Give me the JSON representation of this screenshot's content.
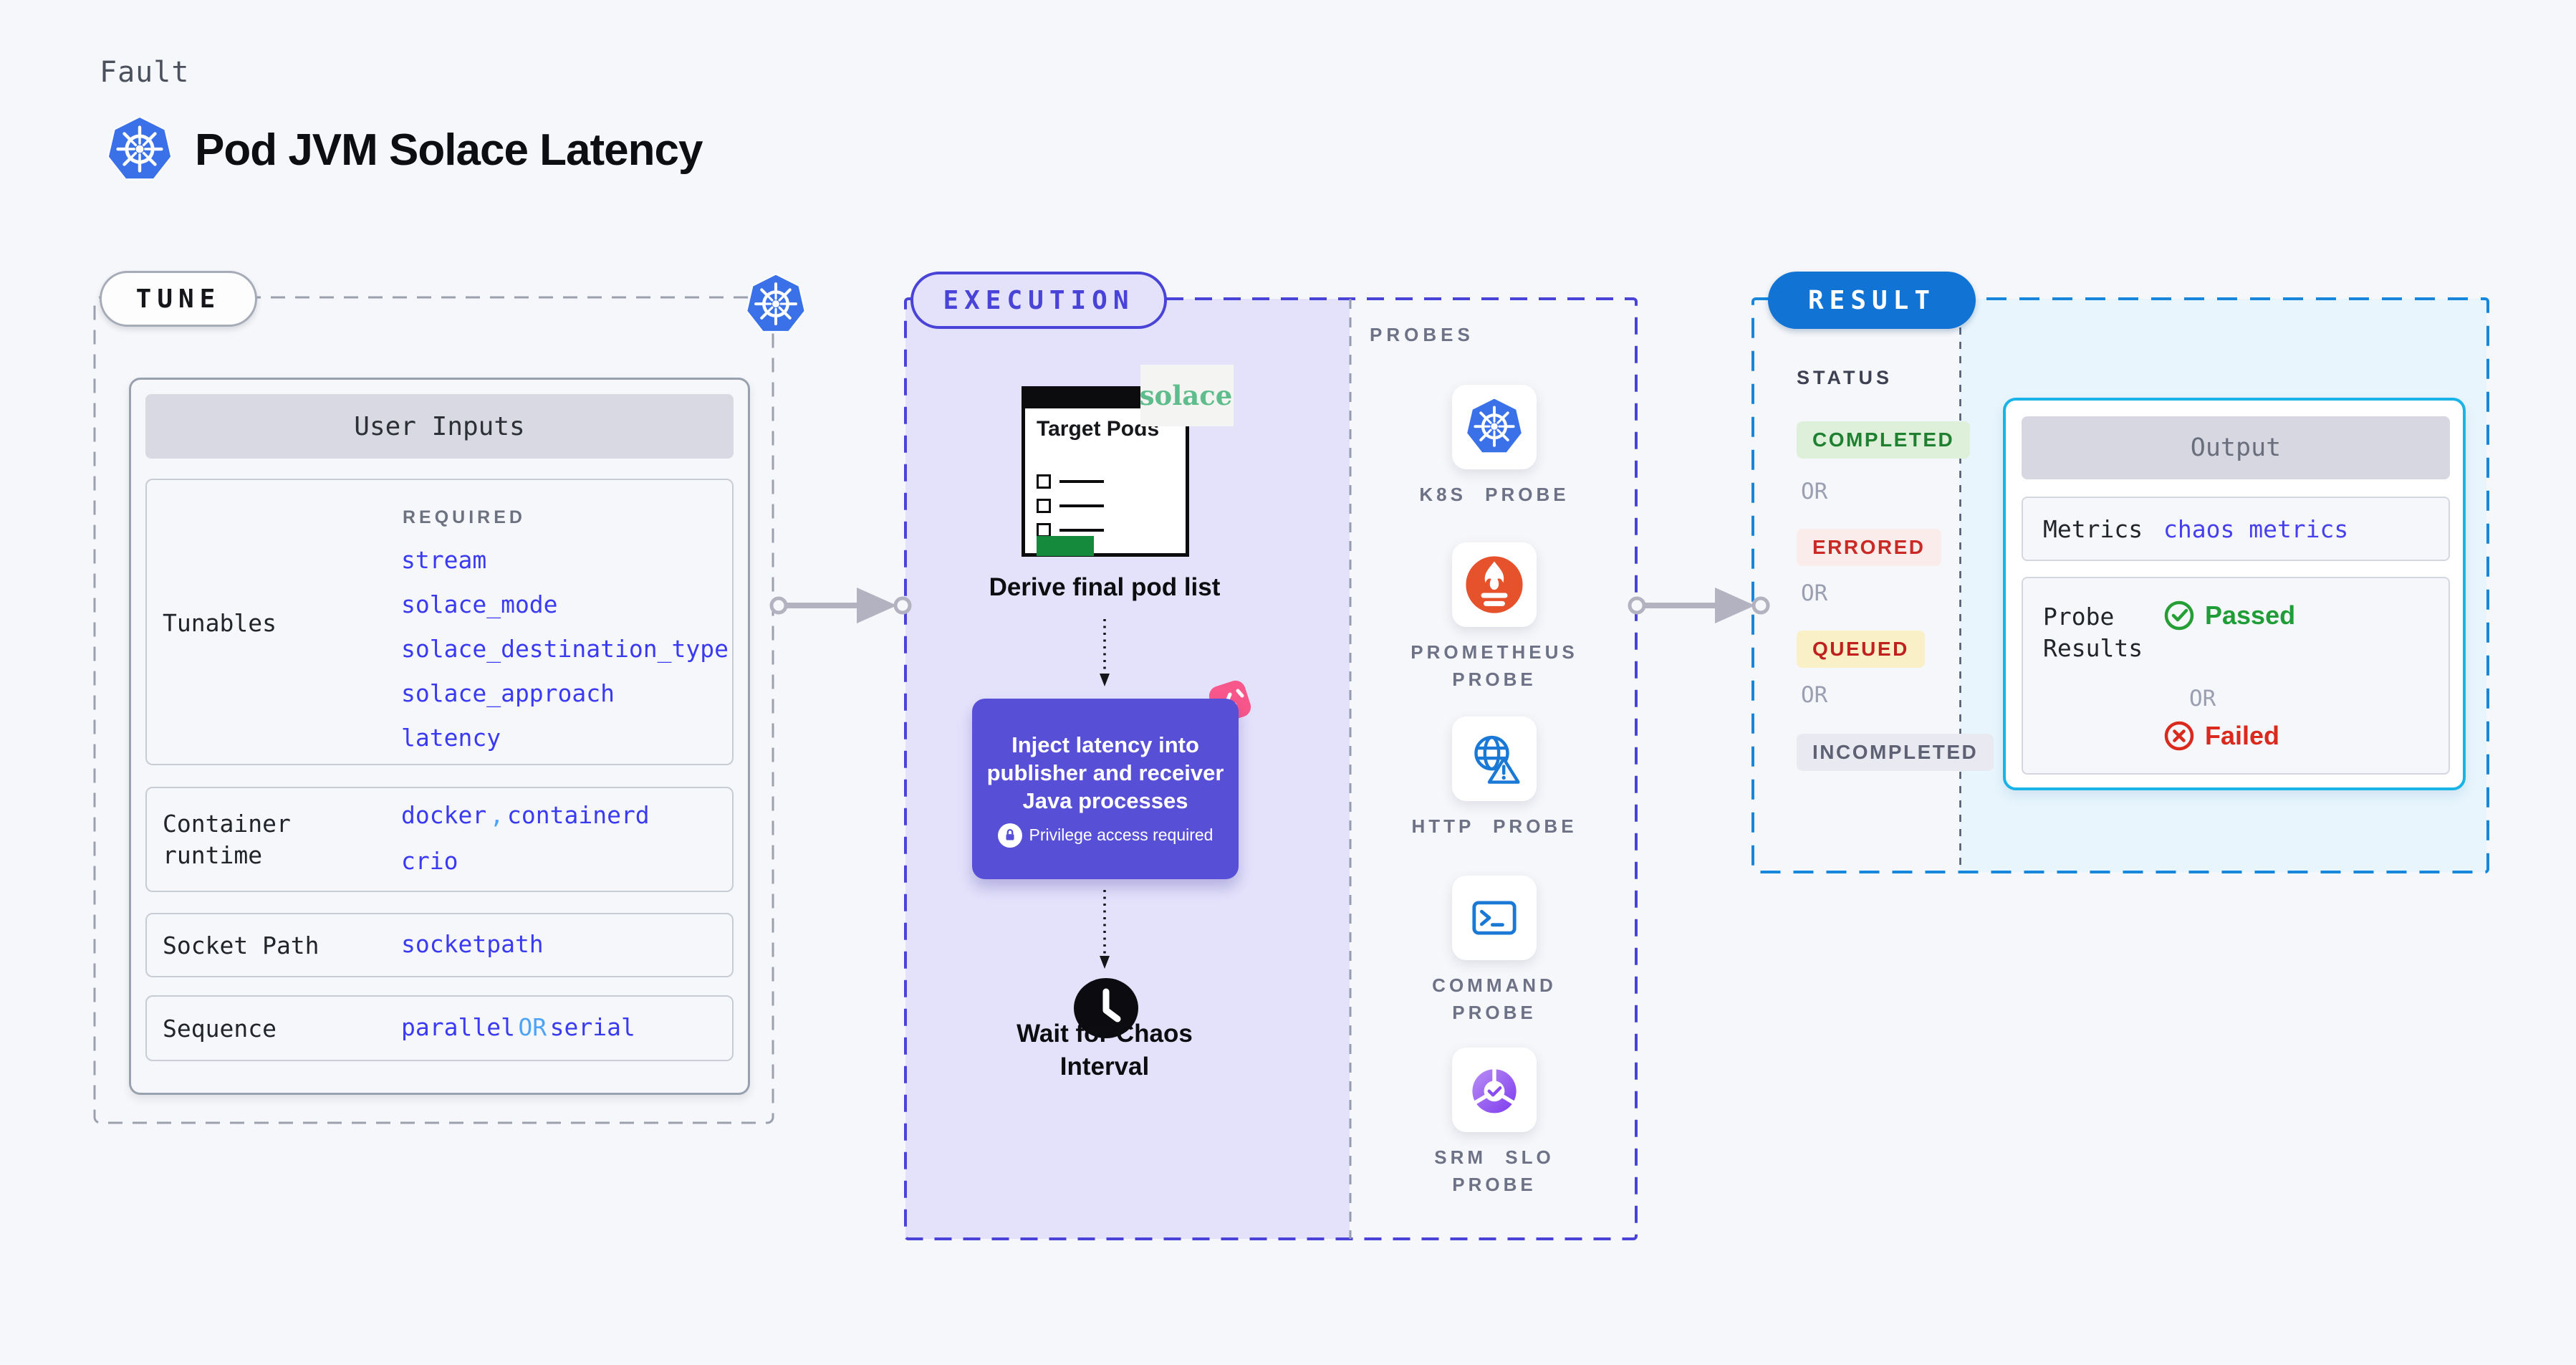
{
  "header": {
    "kicker": "Fault",
    "title": "Pod JVM Solace Latency"
  },
  "colors": {
    "accent_indigo": "#4a43d8",
    "accent_blue": "#1173d4",
    "link_blue": "#3a3af2",
    "inject_purple": "#584fd7",
    "chaos_pink": "#f8578b",
    "passed_green": "#1f9d37",
    "failed_red": "#da2a1e",
    "execution_fill": "#e4e2fb",
    "result_fill": "#e8f5fd",
    "solace_green": "#5fbc8c",
    "prometheus_orange": "#e6522c",
    "kubernetes_blue": "#3a71e8"
  },
  "tune": {
    "label": "TUNE",
    "user_inputs_title": "User Inputs",
    "rows": {
      "tunables": {
        "label": "Tunables",
        "required": "REQUIRED",
        "links": [
          "stream",
          "solace_mode",
          "solace_destination_type",
          "solace_approach",
          "latency"
        ]
      },
      "container_runtime": {
        "label": "Container runtime",
        "value_1": "docker",
        "comma": ",",
        "value_2": "containerd",
        "value_3": "crio"
      },
      "socket_path": {
        "label": "Socket Path",
        "value": "socketpath"
      },
      "sequence": {
        "label": "Sequence",
        "value_1": "parallel",
        "or": "OR",
        "value_2": "serial"
      }
    }
  },
  "execution": {
    "label": "EXECUTION",
    "target_pods_title": "Target Pods",
    "solace_logo_text": "solace",
    "derive_step": "Derive final pod list",
    "inject_step": "Inject latency into publisher and receiver Java processes",
    "privilege_note": "Privilege access required",
    "wait_step": "Wait for Chaos Interval"
  },
  "probes": {
    "label": "PROBES",
    "items": [
      {
        "icon": "kubernetes-icon",
        "line_1": "K8S PROBE",
        "line_2": ""
      },
      {
        "icon": "prometheus-icon",
        "line_1": "PROMETHEUS",
        "line_2": "PROBE"
      },
      {
        "icon": "http-globe-warning-icon",
        "line_1": "HTTP PROBE",
        "line_2": ""
      },
      {
        "icon": "terminal-icon",
        "line_1": "COMMAND",
        "line_2": "PROBE"
      },
      {
        "icon": "slo-pie-check-icon",
        "line_1": "SRM SLO",
        "line_2": "PROBE"
      }
    ]
  },
  "result": {
    "label": "RESULT",
    "status_label": "STATUS",
    "or_label": "OR",
    "statuses": [
      {
        "text": "COMPLETED"
      },
      {
        "text": "ERRORED"
      },
      {
        "text": "QUEUED"
      },
      {
        "text": "INCOMPLETED"
      }
    ],
    "output": {
      "title": "Output",
      "metrics_label": "Metrics",
      "metrics_value": "chaos metrics",
      "probe_results_label": "Probe Results",
      "passed": "Passed",
      "or": "OR",
      "failed": "Failed"
    }
  }
}
